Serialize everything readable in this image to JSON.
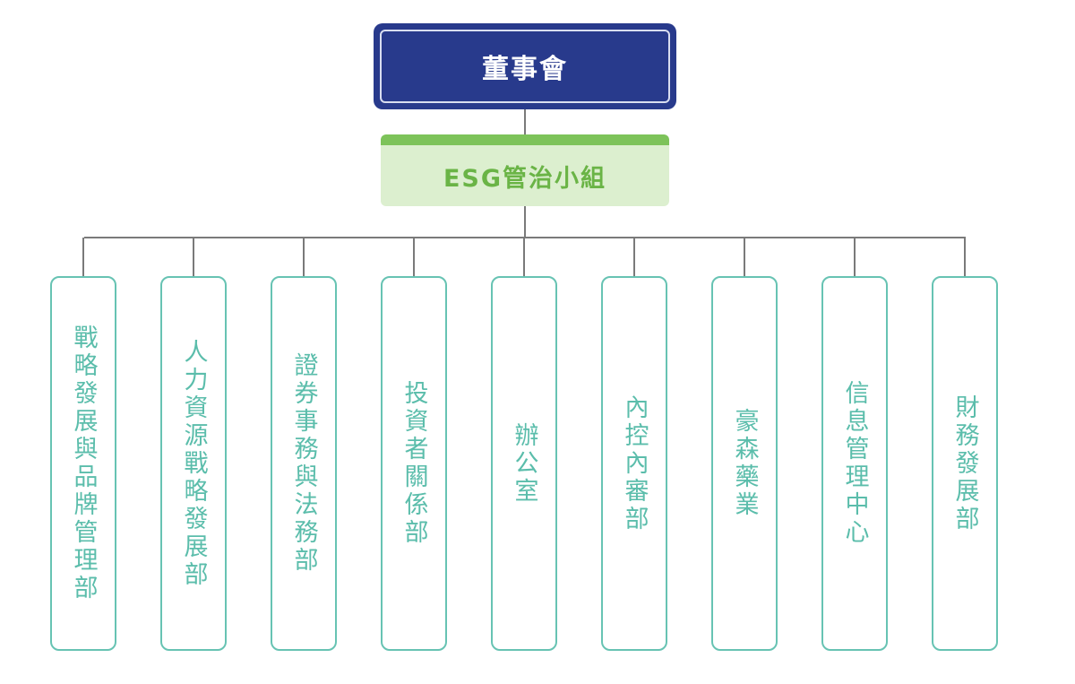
{
  "chart_data": {
    "type": "org-chart",
    "root": "董事會",
    "committee": "ESG管治小組",
    "departments": [
      "戰略發展與品牌管理部",
      "人力資源戰略發展部",
      "證券事務與法務部",
      "投資者關係部",
      "辦公室",
      "內控內審部",
      "豪森藥業",
      "信息管理中心",
      "財務發展部"
    ]
  },
  "colors": {
    "board": "#283a8c",
    "committee_fill": "#dcefcf",
    "committee_accent": "#7dc35a",
    "department_border": "#67c3b3",
    "department_text": "#5bbdab",
    "connector": "#7a7a7a"
  }
}
